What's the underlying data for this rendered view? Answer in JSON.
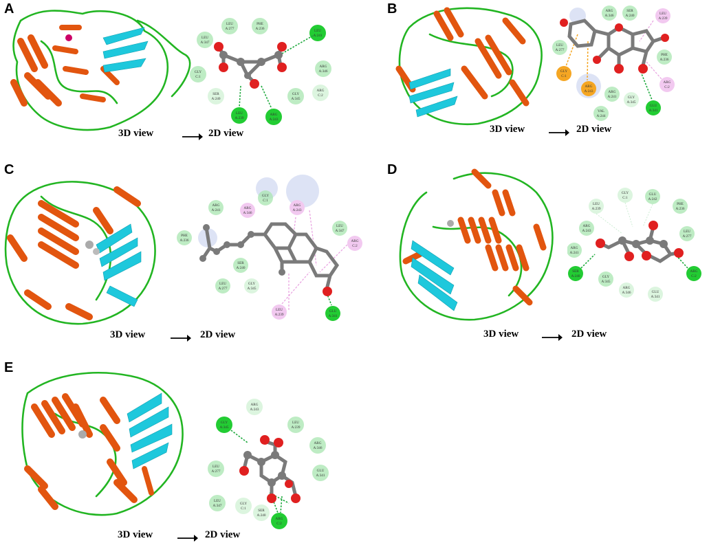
{
  "panels": [
    {
      "id": "A",
      "label": "A",
      "view3d": "3D view",
      "view2d": "2D view",
      "residues": [
        {
          "name": "LEU",
          "pos": "A:277"
        },
        {
          "name": "PHE",
          "pos": "A:236"
        },
        {
          "name": "LEU",
          "pos": "A:347"
        },
        {
          "name": "LEU",
          "pos": "A:241"
        },
        {
          "name": "GLY",
          "pos": "C:1"
        },
        {
          "name": "ARG",
          "pos": "A:346"
        },
        {
          "name": "SER",
          "pos": "A:240"
        },
        {
          "name": "GLY",
          "pos": "A:345"
        },
        {
          "name": "ARG",
          "pos": "C:2"
        },
        {
          "name": "LEU",
          "pos": "A:239"
        },
        {
          "name": "ARG",
          "pos": "A:243"
        }
      ]
    },
    {
      "id": "B",
      "label": "B",
      "view3d": "3D view",
      "view2d": "2D view",
      "residues": [
        {
          "name": "ARG",
          "pos": "A:346"
        },
        {
          "name": "SER",
          "pos": "A:240"
        },
        {
          "name": "LEU",
          "pos": "A:239"
        },
        {
          "name": "LEU",
          "pos": "A:277"
        },
        {
          "name": "PHE",
          "pos": "A:236"
        },
        {
          "name": "GLY",
          "pos": "C:1"
        },
        {
          "name": "ARG",
          "pos": "A:243"
        },
        {
          "name": "ARG",
          "pos": "A:241"
        },
        {
          "name": "GLY",
          "pos": "A:345"
        },
        {
          "name": "ARG",
          "pos": "C:2"
        },
        {
          "name": "VAL",
          "pos": "A:244"
        },
        {
          "name": "GLU",
          "pos": "A:341"
        }
      ]
    },
    {
      "id": "C",
      "label": "C",
      "view3d": "3D view",
      "view2d": "2D view",
      "residues": [
        {
          "name": "GLY",
          "pos": "C:1"
        },
        {
          "name": "ARG",
          "pos": "A:241"
        },
        {
          "name": "ARG",
          "pos": "A:346"
        },
        {
          "name": "ARG",
          "pos": "A:243"
        },
        {
          "name": "LEU",
          "pos": "A:347"
        },
        {
          "name": "PHE",
          "pos": "A:236"
        },
        {
          "name": "ARG",
          "pos": "C:2"
        },
        {
          "name": "SER",
          "pos": "A:240"
        },
        {
          "name": "LEU",
          "pos": "A:277"
        },
        {
          "name": "GLY",
          "pos": "A:345"
        },
        {
          "name": "LEU",
          "pos": "A:239"
        },
        {
          "name": "GLU",
          "pos": "A:341"
        }
      ]
    },
    {
      "id": "D",
      "label": "D",
      "view3d": "3D view",
      "view2d": "2D view",
      "residues": [
        {
          "name": "GLY",
          "pos": "C:1"
        },
        {
          "name": "GLU",
          "pos": "A:242"
        },
        {
          "name": "LEU",
          "pos": "A:239"
        },
        {
          "name": "PHE",
          "pos": "A:236"
        },
        {
          "name": "ARG",
          "pos": "A:243"
        },
        {
          "name": "LEU",
          "pos": "A:277"
        },
        {
          "name": "ARG",
          "pos": "A:241"
        },
        {
          "name": "SER",
          "pos": "A:240"
        },
        {
          "name": "ARG",
          "pos": "C:2"
        },
        {
          "name": "GLY",
          "pos": "A:345"
        },
        {
          "name": "ARG",
          "pos": "A:346"
        },
        {
          "name": "GLU",
          "pos": "A:341"
        }
      ]
    },
    {
      "id": "E",
      "label": "E",
      "view3d": "3D view",
      "view2d": "2D view",
      "residues": [
        {
          "name": "ARG",
          "pos": "A:243"
        },
        {
          "name": "GLY",
          "pos": "A:345"
        },
        {
          "name": "LEU",
          "pos": "A:239"
        },
        {
          "name": "ARG",
          "pos": "A:346"
        },
        {
          "name": "LEU",
          "pos": "A:277"
        },
        {
          "name": "GLU",
          "pos": "A:341"
        },
        {
          "name": "LEU",
          "pos": "A:347"
        },
        {
          "name": "GLY",
          "pos": "C:1"
        },
        {
          "name": "SER",
          "pos": "A:240"
        },
        {
          "name": "ARG",
          "pos": "C:2"
        }
      ]
    }
  ],
  "colors": {
    "helix": "#e2550f",
    "coil": "#22b522",
    "sheet": "#1ec8dc",
    "hbond": "#1aa83a",
    "pi": "#e8a0e0",
    "carbon": "#7a7a7a",
    "oxygen": "#e02020"
  }
}
